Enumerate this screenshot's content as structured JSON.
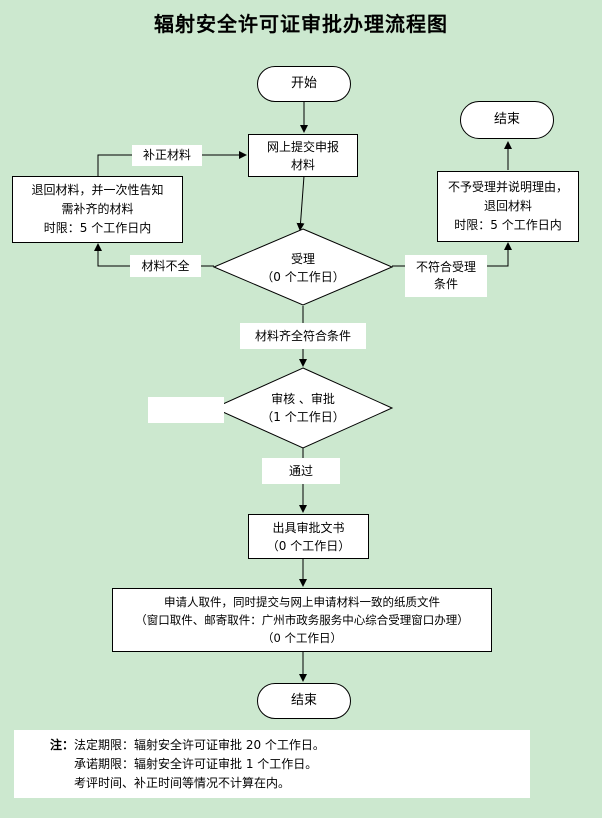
{
  "title": "辐射安全许可证审批办理流程图",
  "nodes": {
    "start": "开始",
    "submit": [
      "网上提交申报",
      "材料"
    ],
    "return_materials": [
      "退回材料，并一次性告知",
      "需补齐的材料",
      "时限：5 个工作日内"
    ],
    "accept": [
      "受理",
      "（0 个工作日）"
    ],
    "reject": [
      "不予受理并说明理由，",
      "退回材料",
      "时限：5 个工作日内"
    ],
    "end_top": "结束",
    "review": [
      "审核 、审批",
      "（1 个工作日）"
    ],
    "issue": [
      "出具审批文书",
      "（0 个工作日）"
    ],
    "pickup": [
      "申请人取件，同时提交与网上申请材料一致的纸质文件",
      "（窗口取件、邮寄取件：广州市政务服务中心综合受理窗口办理）",
      "（0 个工作日）"
    ],
    "end_bottom": "结束"
  },
  "edge_labels": {
    "supplement": "补正材料",
    "incomplete": "材料不全",
    "not_meet": [
      "不符合受理",
      "条件"
    ],
    "complete": "材料齐全符合条件",
    "pass": "通过"
  },
  "notes": {
    "prefix": "注：",
    "line1": "法定期限：辐射安全许可证审批 20 个工作日。",
    "line2": "承诺期限：辐射安全许可证审批 1 个工作日。",
    "line3": "考评时间、补正时间等情况不计算在内。"
  }
}
